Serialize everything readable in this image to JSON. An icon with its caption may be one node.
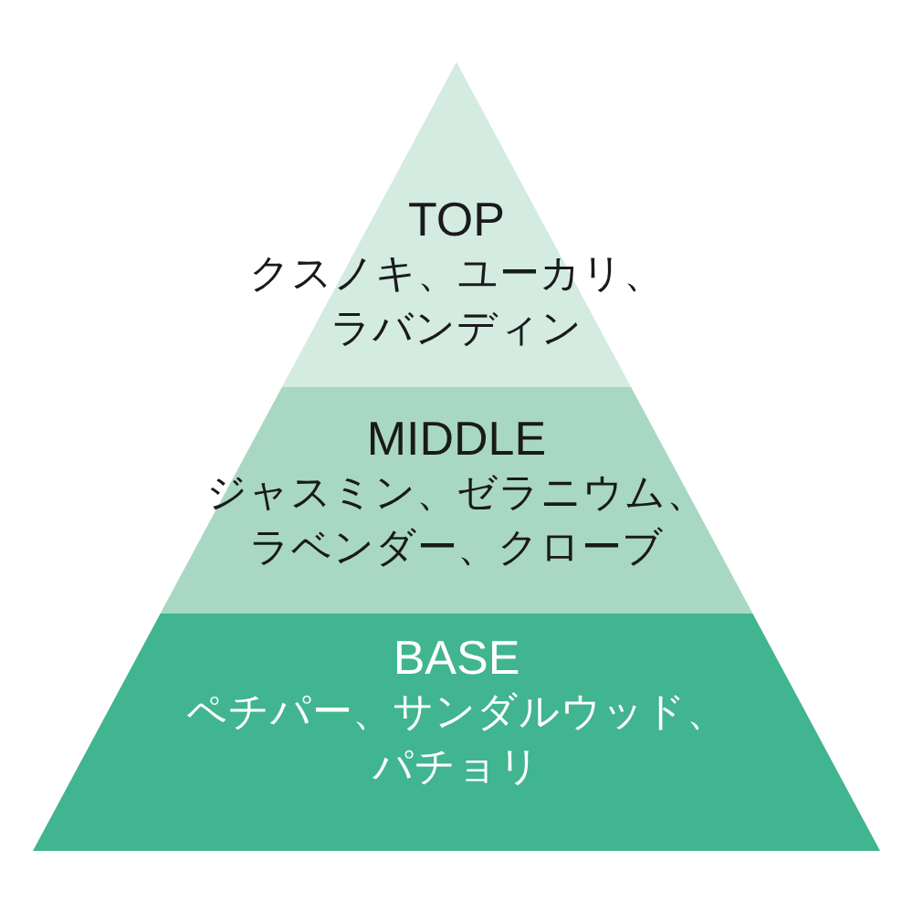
{
  "diagram": {
    "nodes": [
      {
        "text": [
          "TOP",
          "クスノキ、ユーカリ、ラバンディン"
        ]
      },
      {
        "text": [
          "MIDDLE",
          "ジャスミン、ゼラニウム、ラベンダー、クローブ"
        ]
      },
      {
        "text": [
          "BASE",
          "ペチパー、サンダルウッド、パチョリ"
        ]
      }
    ]
  }
}
